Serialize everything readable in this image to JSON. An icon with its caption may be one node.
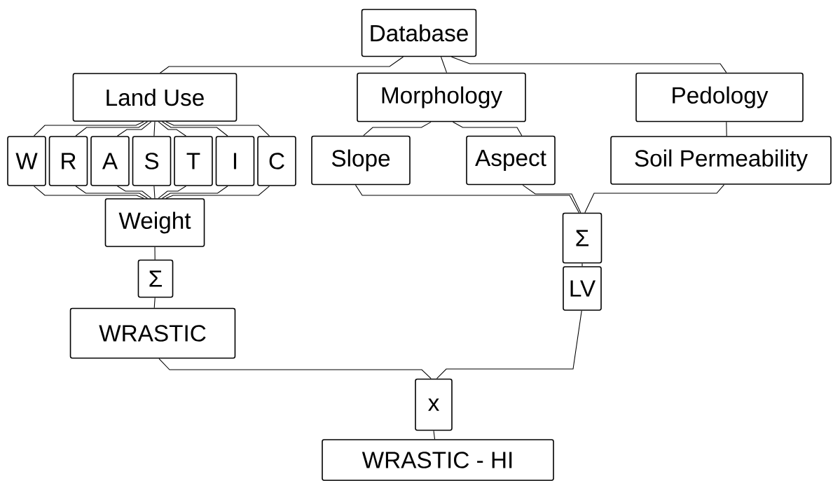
{
  "diagram": {
    "nodes": [
      {
        "text": [
          "Database"
        ]
      },
      {
        "text": [
          "Land Use"
        ]
      },
      {
        "text": [
          "Morphology"
        ]
      },
      {
        "text": [
          "Pedology"
        ]
      },
      {
        "text": [
          "W"
        ]
      },
      {
        "text": [
          "R"
        ]
      },
      {
        "text": [
          "A"
        ]
      },
      {
        "text": [
          "S"
        ]
      },
      {
        "text": [
          "T"
        ]
      },
      {
        "text": [
          "I"
        ]
      },
      {
        "text": [
          "C"
        ]
      },
      {
        "text": [
          "Slope"
        ]
      },
      {
        "text": [
          "Aspect"
        ]
      },
      {
        "text": [
          "Soil Permeability"
        ]
      },
      {
        "text": [
          "Weight"
        ]
      },
      {
        "text": [
          "Σ"
        ]
      },
      {
        "text": [
          "WRASTIC"
        ]
      },
      {
        "text": [
          "Σ"
        ]
      },
      {
        "text": [
          "LV"
        ]
      },
      {
        "text": [
          "x"
        ]
      },
      {
        "text": [
          "WRASTIC - HI"
        ]
      }
    ],
    "edges": [
      {
        "from": 0,
        "to": 1,
        "arrow": "none"
      },
      {
        "from": 0,
        "to": 2,
        "arrow": "none"
      },
      {
        "from": 0,
        "to": 3,
        "arrow": "none"
      },
      {
        "from": 1,
        "to": 4,
        "arrow": "none"
      },
      {
        "from": 1,
        "to": 5,
        "arrow": "none"
      },
      {
        "from": 1,
        "to": 6,
        "arrow": "none"
      },
      {
        "from": 1,
        "to": 7,
        "arrow": "none"
      },
      {
        "from": 1,
        "to": 8,
        "arrow": "none"
      },
      {
        "from": 1,
        "to": 9,
        "arrow": "none"
      },
      {
        "from": 1,
        "to": 10,
        "arrow": "none"
      },
      {
        "from": 4,
        "to": 14,
        "arrow": "none"
      },
      {
        "from": 5,
        "to": 14,
        "arrow": "none"
      },
      {
        "from": 6,
        "to": 14,
        "arrow": "none"
      },
      {
        "from": 7,
        "to": 14,
        "arrow": "none"
      },
      {
        "from": 8,
        "to": 14,
        "arrow": "none"
      },
      {
        "from": 9,
        "to": 14,
        "arrow": "none"
      },
      {
        "from": 10,
        "to": 14,
        "arrow": "none"
      },
      {
        "from": 2,
        "to": 11,
        "arrow": "none"
      },
      {
        "from": 2,
        "to": 12,
        "arrow": "none"
      },
      {
        "from": 3,
        "to": 13,
        "arrow": "none"
      },
      {
        "from": 11,
        "to": 17,
        "arrow": "none"
      },
      {
        "from": 12,
        "to": 17,
        "arrow": "none"
      },
      {
        "from": 13,
        "to": 17,
        "arrow": "none"
      },
      {
        "from": 17,
        "to": 18,
        "arrow": "none"
      },
      {
        "from": 14,
        "to": 15,
        "arrow": "none"
      },
      {
        "from": 15,
        "to": 16,
        "arrow": "none"
      },
      {
        "from": 16,
        "to": 19,
        "arrow": "none"
      },
      {
        "from": 18,
        "to": 19,
        "arrow": "none"
      },
      {
        "from": 19,
        "to": 20,
        "arrow": "none"
      }
    ]
  }
}
